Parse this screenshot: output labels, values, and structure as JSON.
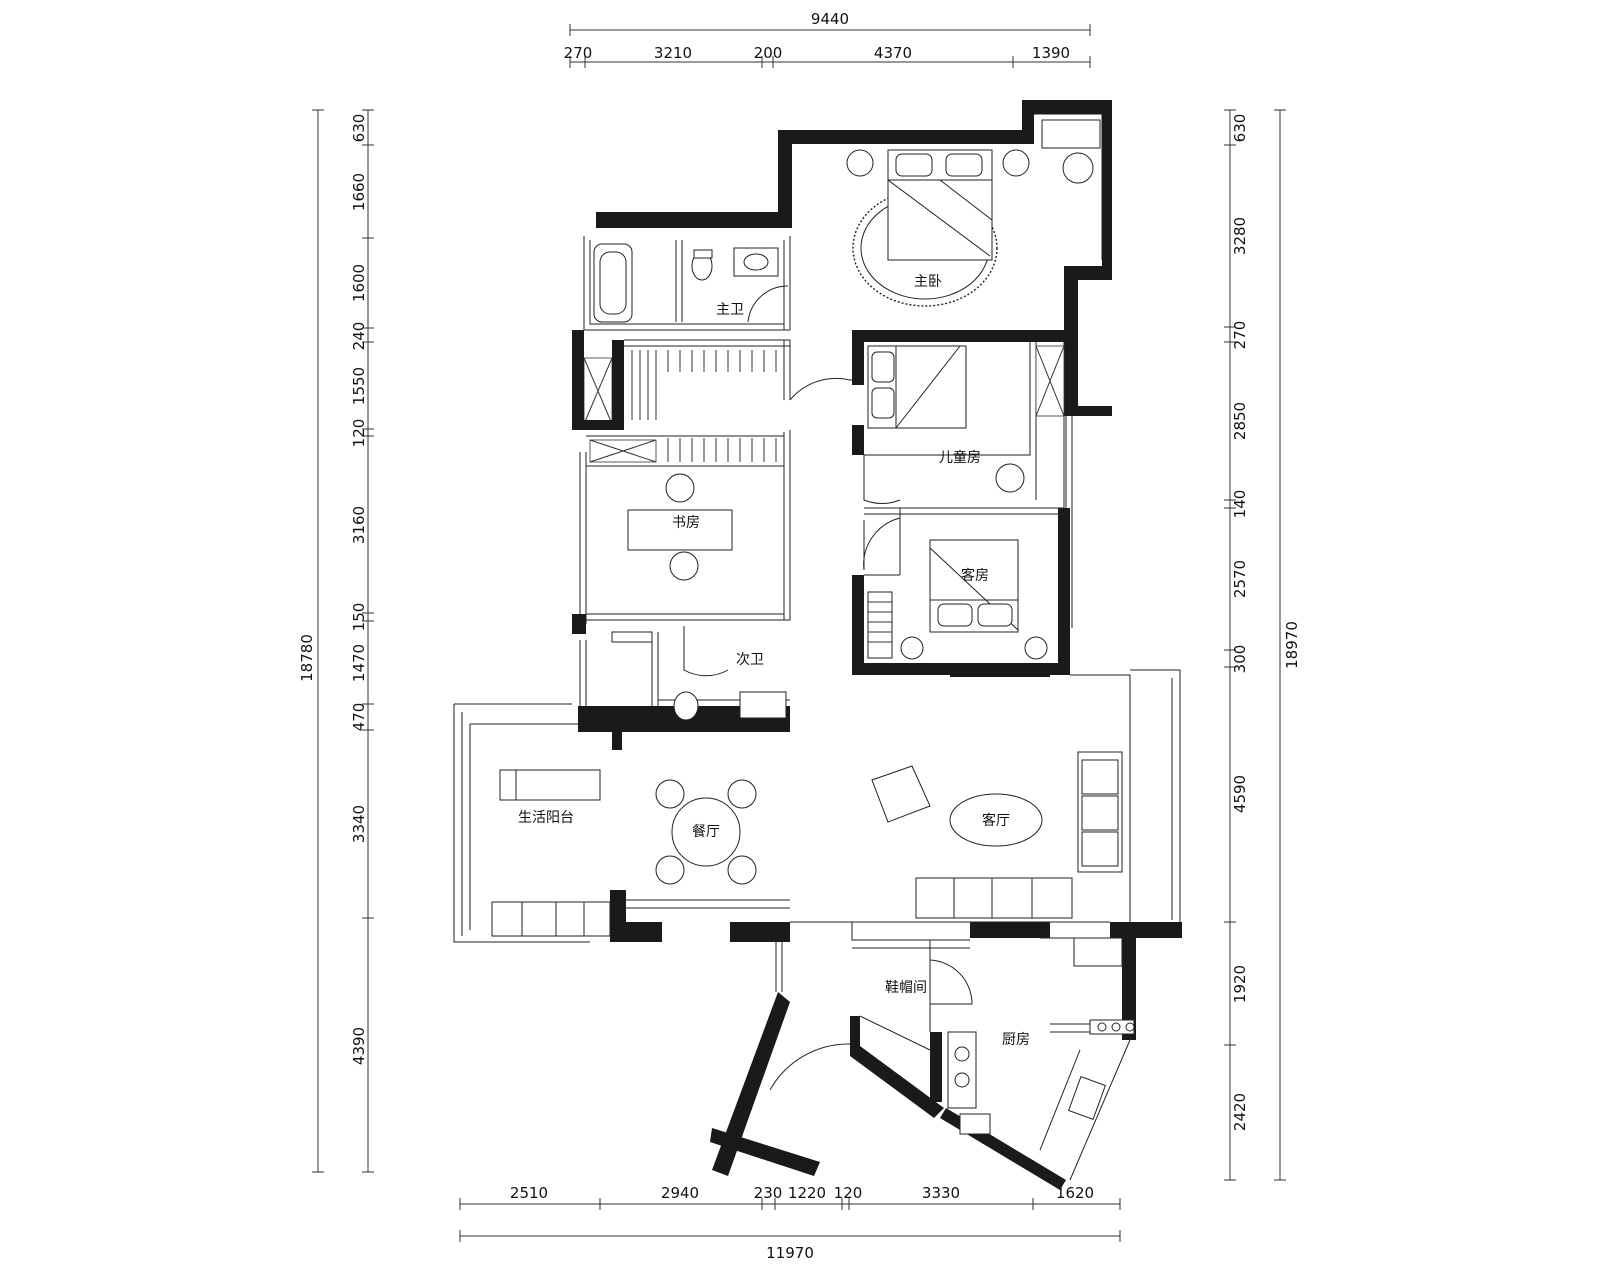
{
  "rooms": {
    "master_bedroom": "主卧",
    "master_bath": "主卫",
    "kids_room": "儿童房",
    "study": "书房",
    "guest_room": "客房",
    "second_bath": "次卫",
    "living_room": "客厅",
    "dining_room": "餐厅",
    "balcony": "生活阳台",
    "cloakroom": "鞋帽间",
    "kitchen": "厨房"
  },
  "dimensions": {
    "top_total": "9440",
    "top": [
      "270",
      "3210",
      "200",
      "4370",
      "1390"
    ],
    "bottom": [
      "2510",
      "2940",
      "230",
      "1220",
      "120",
      "3330",
      "1620"
    ],
    "bottom_total": "11970",
    "left_total": "18780",
    "left": [
      "630",
      "1660",
      "1600",
      "240",
      "1550",
      "120",
      "3160",
      "150",
      "1470",
      "470",
      "3340",
      "4390"
    ],
    "right": [
      "630",
      "3280",
      "270",
      "2850",
      "140",
      "2570",
      "300",
      "4590",
      "1920",
      "2420"
    ],
    "right_total": "18970"
  }
}
